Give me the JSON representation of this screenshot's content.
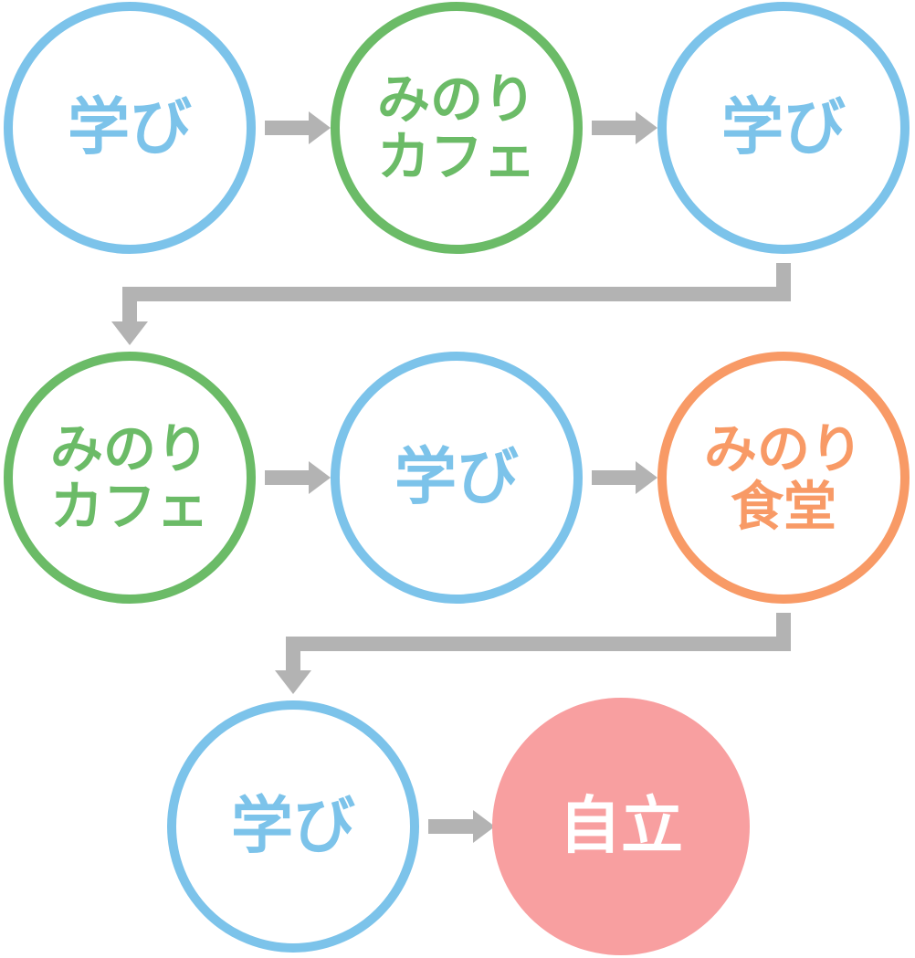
{
  "colors": {
    "learn": "#7cc3ea",
    "cafe": "#6bbb67",
    "shokudo": "#f89a66",
    "goal_fill": "#f89fa0",
    "goal_text": "#ffffff",
    "connector": "#b3b3b3"
  },
  "nodes": [
    {
      "id": "n1",
      "kind": "learn",
      "lines": [
        "学び"
      ]
    },
    {
      "id": "n2",
      "kind": "cafe",
      "lines": [
        "みのり",
        "カフェ"
      ]
    },
    {
      "id": "n3",
      "kind": "learn",
      "lines": [
        "学び"
      ]
    },
    {
      "id": "n4",
      "kind": "cafe",
      "lines": [
        "みのり",
        "カフェ"
      ]
    },
    {
      "id": "n5",
      "kind": "learn",
      "lines": [
        "学び"
      ]
    },
    {
      "id": "n6",
      "kind": "shokudo",
      "lines": [
        "みのり",
        "食堂"
      ]
    },
    {
      "id": "n7",
      "kind": "learn",
      "lines": [
        "学び"
      ]
    },
    {
      "id": "n8",
      "kind": "goal",
      "lines": [
        "自立"
      ]
    }
  ],
  "edges": [
    {
      "from": "n1",
      "to": "n2"
    },
    {
      "from": "n2",
      "to": "n3"
    },
    {
      "from": "n3",
      "to": "n4"
    },
    {
      "from": "n4",
      "to": "n5"
    },
    {
      "from": "n5",
      "to": "n6"
    },
    {
      "from": "n6",
      "to": "n7"
    },
    {
      "from": "n7",
      "to": "n8"
    }
  ]
}
